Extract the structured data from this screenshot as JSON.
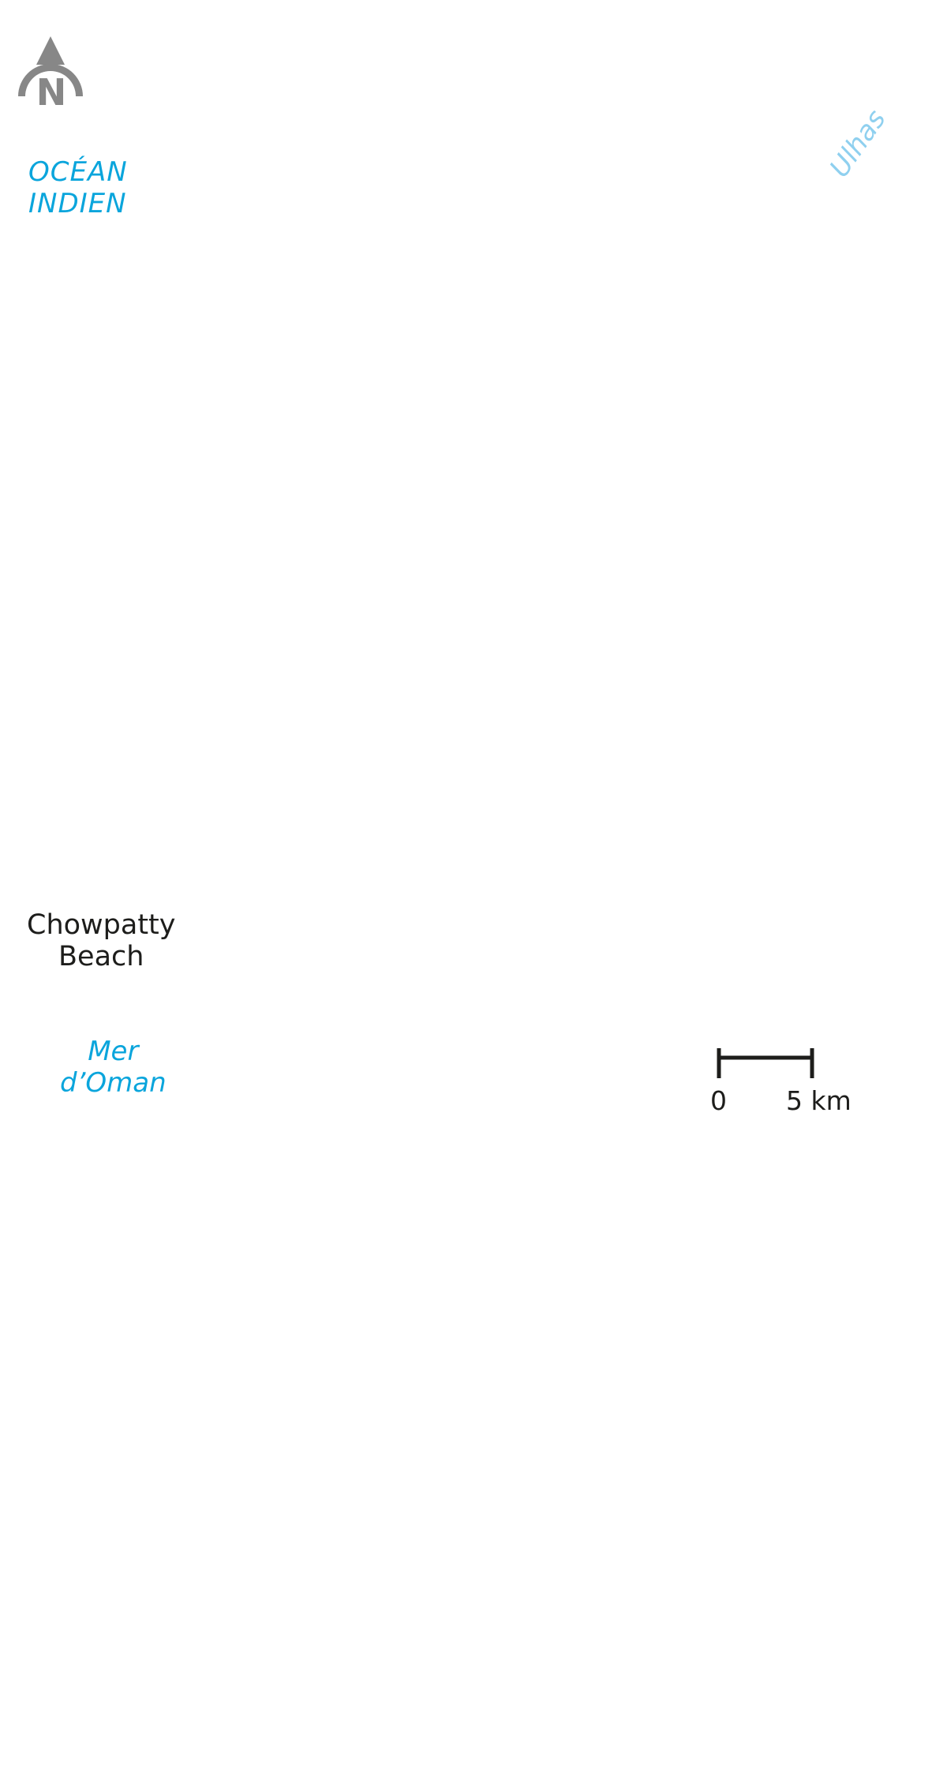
{
  "map": {
    "north_arrow": {
      "letter": "N",
      "color": "#878787"
    },
    "water_labels": {
      "ocean": [
        "OCÉAN",
        "INDIEN"
      ],
      "sea": [
        "Mer",
        "d’Oman"
      ],
      "river": "Ulhas"
    },
    "place_labels": {
      "beach": [
        "Chowpatty",
        "Beach"
      ]
    },
    "scale": {
      "start_label": "0",
      "end_label": "5 km"
    },
    "colors": {
      "water_text": "#0aa5dc",
      "river_text": "#8fd0ef",
      "place_text": "#1d1d1b",
      "background": "#ffffff"
    }
  }
}
